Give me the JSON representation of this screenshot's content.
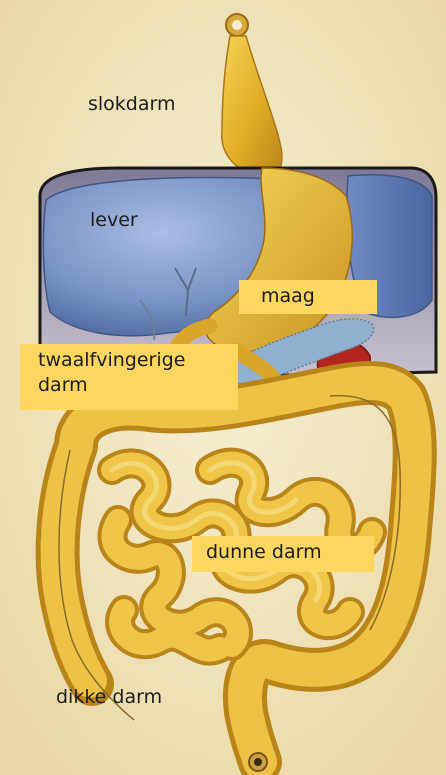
{
  "labels": {
    "esophagus": "slokdarm",
    "liver": "lever",
    "stomach": "maag",
    "duodenum_line1": "twaalfvingerige",
    "duodenum_line2": "darm",
    "small_intestine": "dunne darm",
    "large_intestine": "dikke darm"
  },
  "colors": {
    "background": "#f3e9c6",
    "label_box": "#fcd65e",
    "intestine": "#e7b92e",
    "liver": "#7f98c8",
    "pancreas": "#8fb1cf",
    "spleen": "#b3261e"
  }
}
